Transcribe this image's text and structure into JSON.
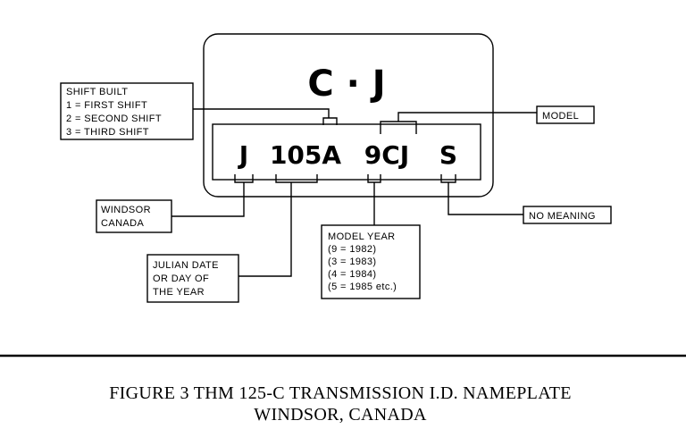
{
  "nameplate": {
    "top_code": "C · J",
    "codes": {
      "plant": "J",
      "julian": "105A",
      "model": "9CJ",
      "suffix": "S"
    }
  },
  "callouts": {
    "shift_built": {
      "title": "SHIFT BUILT",
      "lines": [
        "1  =  FIRST SHIFT",
        "2  =  SECOND SHIFT",
        "3  =  THIRD SHIFT"
      ]
    },
    "model": {
      "label": "MODEL"
    },
    "windsor": {
      "lines": [
        "WINDSOR",
        "CANADA"
      ]
    },
    "no_meaning": {
      "label": "NO MEANING"
    },
    "julian_date": {
      "lines": [
        "JULIAN DATE",
        "OR DAY OF",
        "THE YEAR"
      ]
    },
    "model_year": {
      "title": "MODEL YEAR",
      "lines": [
        "(9  =  1982)",
        "(3  =  1983)",
        "(4  =  1984)",
        "(5  =  1985 etc.)"
      ]
    }
  },
  "caption": {
    "line1": "FIGURE 3  THM 125-C TRANSMISSION I.D. NAMEPLATE",
    "line2": "WINDSOR, CANADA"
  }
}
